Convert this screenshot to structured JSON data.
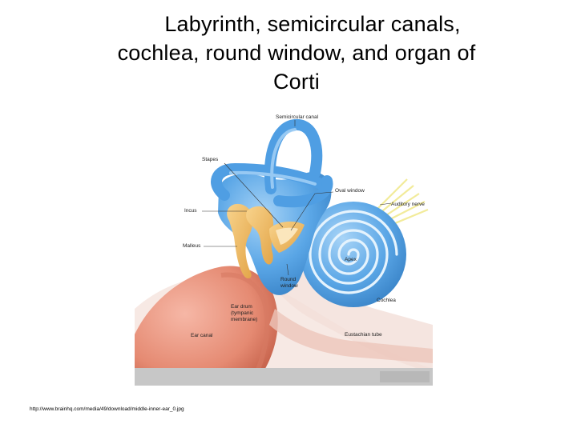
{
  "title": {
    "line1": "Labyrinth, semicircular canals,",
    "line2": "cochlea, round window, and organ of",
    "line3": "Corti"
  },
  "labels": {
    "semicircular_canal": "Semicircular canal",
    "stapes": "Stapes",
    "oval_window": "Oval window",
    "incus": "Incus",
    "auditory_nerve": "Auditory nerve",
    "malleus": "Malleus",
    "apex": "Apex",
    "round_window_1": "Round",
    "round_window_2": "window",
    "cochlea": "Cochlea",
    "ear_drum_1": "Ear drum",
    "ear_drum_2": "(tympanic",
    "ear_drum_3": "membrane)",
    "ear_canal": "Ear canal",
    "eustachian_tube": "Eustachian tube"
  },
  "colors": {
    "inner_ear_blue": "#5aa6e6",
    "bone_tan": "#efbb5c",
    "ear_canal_pink": "#e9907b",
    "background_panel": "#f7e9e4",
    "bottom_bar": "#c7c7c7"
  },
  "source_url": "http://www.brainhq.com/media/49/download/middle-inner-ear_0.jpg"
}
